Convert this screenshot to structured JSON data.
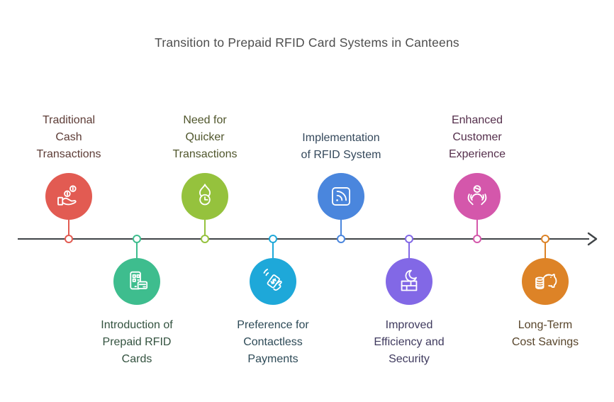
{
  "title": "Transition to Prepaid RFID Card Systems in Canteens",
  "timeline": {
    "line_color": "#404447",
    "milestones": [
      {
        "label": "Traditional\nCash\nTransactions",
        "icon": "hand-coins-icon",
        "color": "#e25b52",
        "text_color": "#5d3c36",
        "side": "above"
      },
      {
        "label": "Introduction of\nPrepaid RFID\nCards",
        "icon": "phone-card-icon",
        "color": "#3ebd8e",
        "text_color": "#33523f",
        "side": "below"
      },
      {
        "label": "Need for\nQuicker\nTransactions",
        "icon": "flame-clock-icon",
        "color": "#95c23d",
        "text_color": "#50562c",
        "side": "above"
      },
      {
        "label": "Preference for\nContactless\nPayments",
        "icon": "contactless-payment-icon",
        "color": "#1ea8d9",
        "text_color": "#2d4a57",
        "side": "below"
      },
      {
        "label": "Implementation\nof RFID System",
        "icon": "rfid-signal-icon",
        "color": "#4a86dd",
        "text_color": "#35495c",
        "side": "above"
      },
      {
        "label": "Improved\nEfficiency and\nSecurity",
        "icon": "firewall-icon",
        "color": "#8268e6",
        "text_color": "#3f3a5e",
        "side": "below"
      },
      {
        "label": "Enhanced\nCustomer\nExperience",
        "icon": "customer-care-icon",
        "color": "#d457ab",
        "text_color": "#552f4c",
        "side": "above"
      },
      {
        "label": "Long-Term\nCost Savings",
        "icon": "piggy-bank-icon",
        "color": "#dd8327",
        "text_color": "#58452b",
        "side": "below"
      }
    ]
  }
}
